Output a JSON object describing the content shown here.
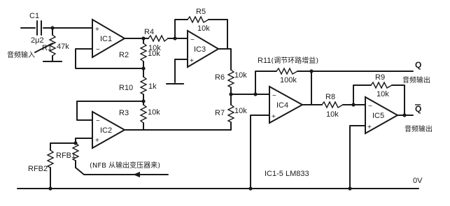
{
  "components": {
    "c1": {
      "name": "C1",
      "value": "2μ2"
    },
    "r1": {
      "name": "R1",
      "value": "47k"
    },
    "r2": {
      "name": "R2",
      "value": "10k"
    },
    "r3": {
      "name": "R3",
      "value": "10k"
    },
    "r4": {
      "name": "R4",
      "value": "10k"
    },
    "r5": {
      "name": "R5",
      "value": "10k"
    },
    "r6": {
      "name": "R6",
      "value": "10k"
    },
    "r7": {
      "name": "R7",
      "value": "10k"
    },
    "r8": {
      "name": "R8",
      "value": "10k"
    },
    "r9": {
      "name": "R9",
      "value": "10k"
    },
    "r10": {
      "name": "R10",
      "value": "1k"
    },
    "r11": {
      "name": "R11",
      "note": "(调节环路增益)",
      "value": "100k"
    },
    "rfb1": {
      "name": "RFB1"
    },
    "rfb2": {
      "name": "RFB2"
    },
    "ic1": "IC1",
    "ic2": "IC2",
    "ic3": "IC3",
    "ic4": "IC4",
    "ic5": "IC5"
  },
  "annotations": {
    "audio_input": "音频输入",
    "audio_output": "音频输出",
    "q": "Q",
    "q_bar": "Q",
    "nfb_note": "(NFB 从输出变压器来)",
    "ic_parts": "IC1-5  LM833",
    "zero_volt": "0V"
  }
}
